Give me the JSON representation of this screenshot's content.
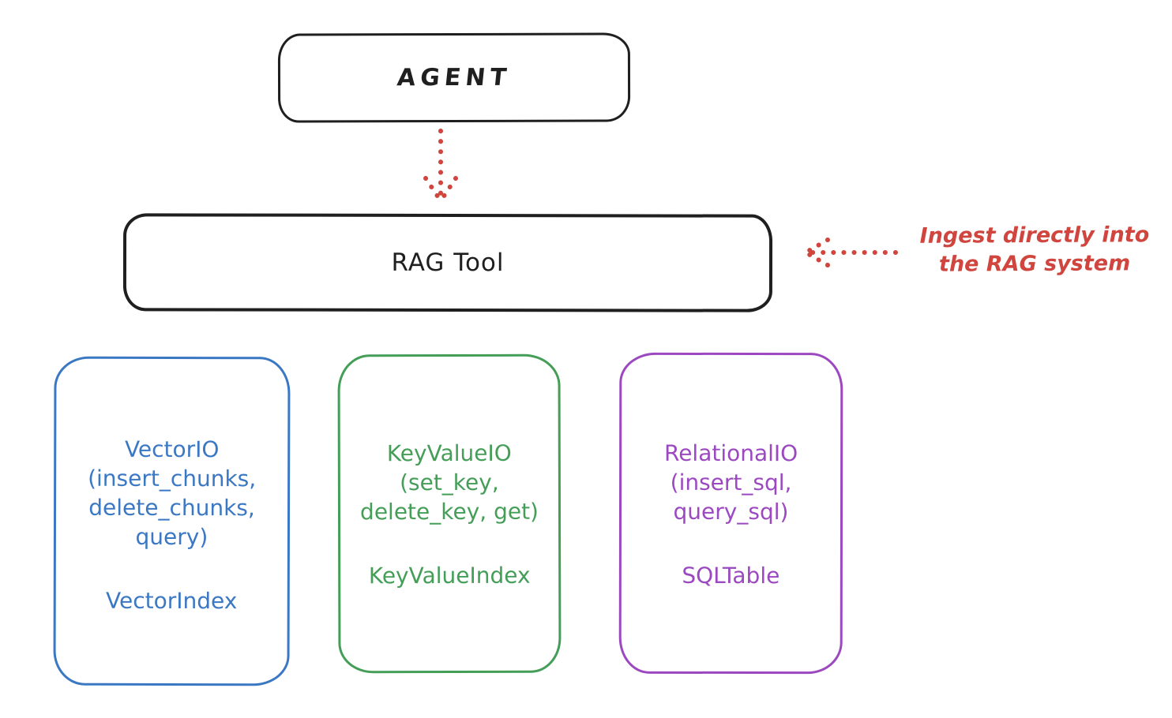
{
  "diagram": {
    "title_context": "RAG Tool architecture diagram",
    "agent_box": {
      "label": "AGENT"
    },
    "rag_tool_box": {
      "label": "RAG Tool"
    },
    "annotation": {
      "line1": "Ingest directly into",
      "line2": "the RAG system",
      "color": "#d0453e"
    },
    "arrows": [
      {
        "name": "dotted-arrow-agent-to-rag",
        "direction": "down",
        "style": "dotted",
        "color": "#d0453e"
      },
      {
        "name": "dotted-arrow-annotation-to-rag",
        "direction": "left",
        "style": "dotted",
        "color": "#d0453e"
      }
    ],
    "io_boxes": [
      {
        "id": "vector",
        "color": "#3b78c4",
        "lines": [
          "VectorIO",
          "(insert_chunks,",
          "delete_chunks,",
          "query)"
        ],
        "index_label": "VectorIndex"
      },
      {
        "id": "keyvalue",
        "color": "#459e58",
        "lines": [
          "KeyValueIO",
          "(set_key,",
          "delete_key, get)"
        ],
        "index_label": "KeyValueIndex"
      },
      {
        "id": "relational",
        "color": "#9c49c1",
        "lines": [
          "RelationalIO",
          "(insert_sql,",
          "query_sql)"
        ],
        "index_label": "SQLTable"
      }
    ],
    "colors": {
      "stroke": "#1f1f1f",
      "red": "#d0453e",
      "blue": "#3b78c4",
      "green": "#459e58",
      "purple": "#9c49c1",
      "background": "#ffffff"
    }
  }
}
